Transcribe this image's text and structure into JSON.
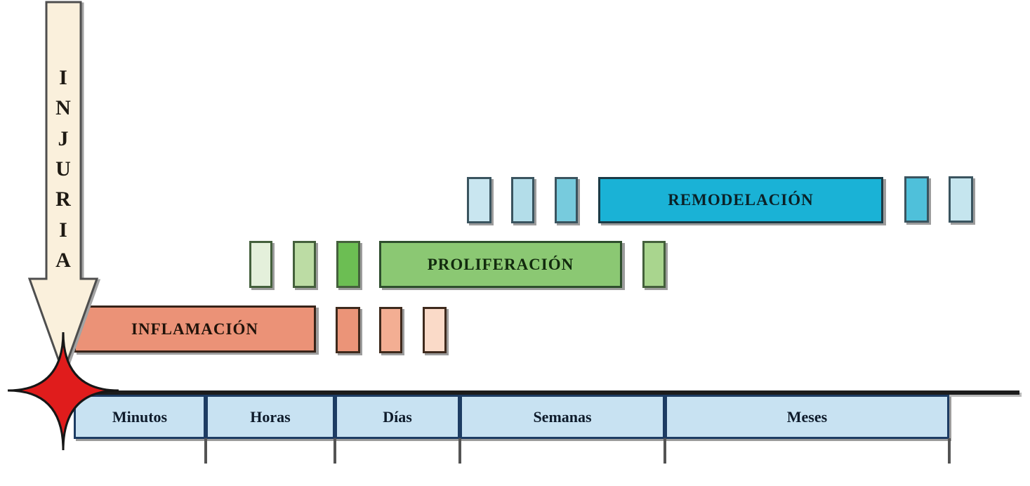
{
  "injury": {
    "label": "INJURIA",
    "letters": [
      "I",
      "N",
      "J",
      "U",
      "R",
      "I",
      "A"
    ],
    "arrow_fill": "#FAF0DC",
    "star_color": "#E01C1C"
  },
  "phases": [
    {
      "name": "INFLAMACIÓN",
      "bar_color": "#EB9277",
      "fade_out": [
        "#EB9478",
        "#F3AE93",
        "#FADAC8"
      ]
    },
    {
      "name": "PROLIFERACIÓN",
      "bar_color": "#8BC873",
      "fade_in": [
        "#E4F0DB",
        "#BCDCA4",
        "#6CBE53"
      ],
      "fade_out": [
        "#A9D58E"
      ]
    },
    {
      "name": "REMODELACIÓN",
      "bar_color": "#1AB2D6",
      "fade_in": [
        "#C9E6F0",
        "#B3DDE9",
        "#77CBDD"
      ],
      "fade_out": [
        "#4FC0DA",
        "#C5E5EE"
      ]
    }
  ],
  "timeline": {
    "units": [
      "Minutos",
      "Horas",
      "Días",
      "Semanas",
      "Meses"
    ],
    "box_fill": "#C8E2F2"
  }
}
